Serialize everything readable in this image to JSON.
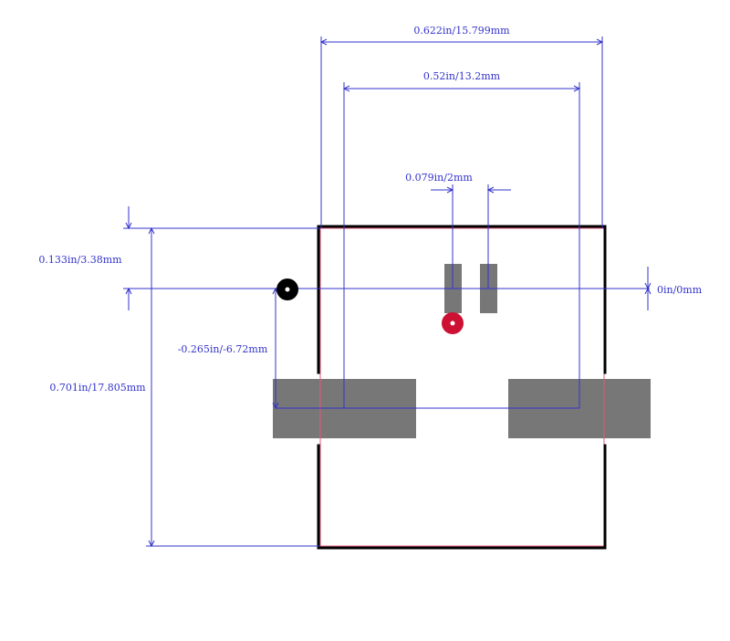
{
  "colors": {
    "dimension": "#3333cc",
    "outline": "#000000",
    "courtyard": "#e05a78",
    "pad": "#777777",
    "origin_marker": "#000000",
    "pin1_marker": "#cc1133",
    "background": "#ffffff"
  },
  "dimensions": {
    "overall_width": "0.622in/15.799mm",
    "pad_span": "0.52in/13.2mm",
    "pin_pitch": "0.079in/2mm",
    "top_offset": "0.133in/3.38mm",
    "origin_offset": "0in/0mm",
    "pad_vertical_offset": "-0.265in/-6.72mm",
    "overall_height": "0.701in/17.805mm"
  }
}
